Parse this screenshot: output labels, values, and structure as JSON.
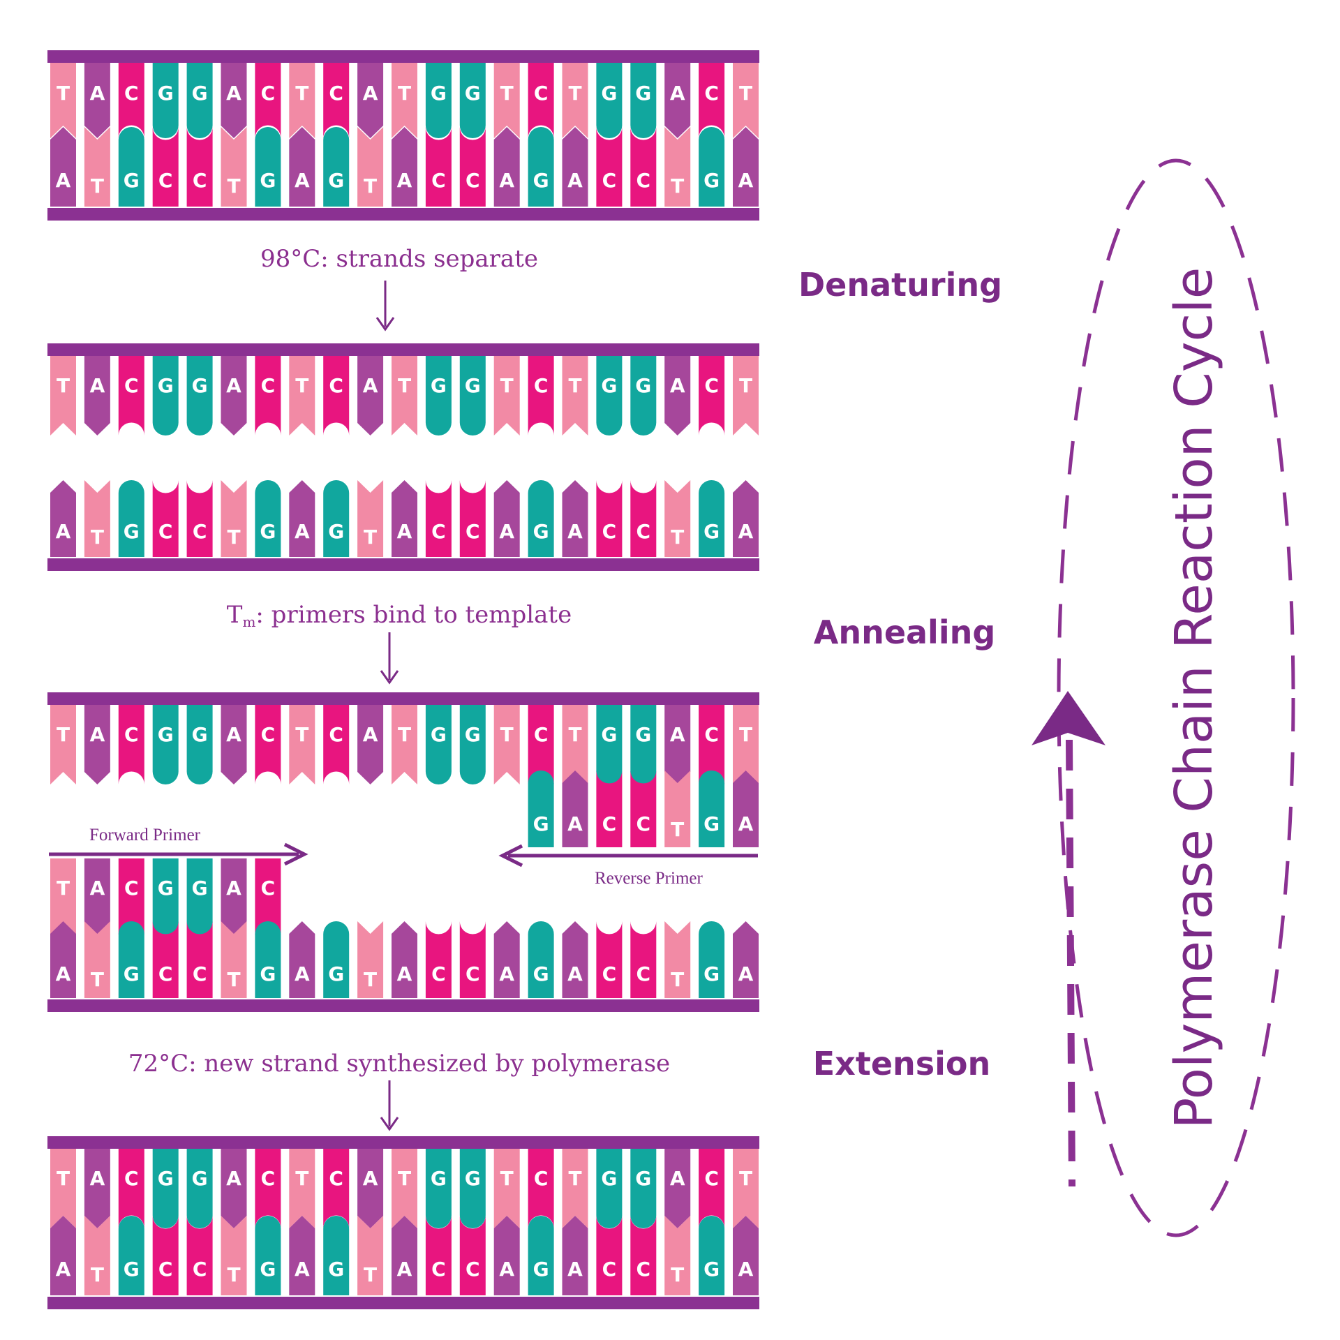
{
  "colors": {
    "A": "#a6479b",
    "T": "#f28aa5",
    "C": "#e8157f",
    "G": "#11a79e",
    "backbone": "#8b3192",
    "arrow": "#7a2a86",
    "text": "#7a2a86"
  },
  "sequences": {
    "top_strand": "TACGGACTCATGGTCTGGACT",
    "bottom_strand": "ATGCCTGAGTACCAGACCTGA",
    "forward_primer": "TACGGAC",
    "reverse_primer": "GACCTGA"
  },
  "captions": {
    "denaturing": "98°C: strands separate",
    "annealing_prefix": "T",
    "annealing_subscript": "m",
    "annealing_rest": ": primers bind to template",
    "extension": "72°C: new strand synthesized by polymerase"
  },
  "stages": {
    "denaturing": "Denaturing",
    "annealing": "Annealing",
    "extension": "Extension"
  },
  "primers": {
    "forward": "Forward Primer",
    "reverse": "Reverse Primer"
  },
  "cycle_title": "Polymerase Chain Reaction Cycle"
}
